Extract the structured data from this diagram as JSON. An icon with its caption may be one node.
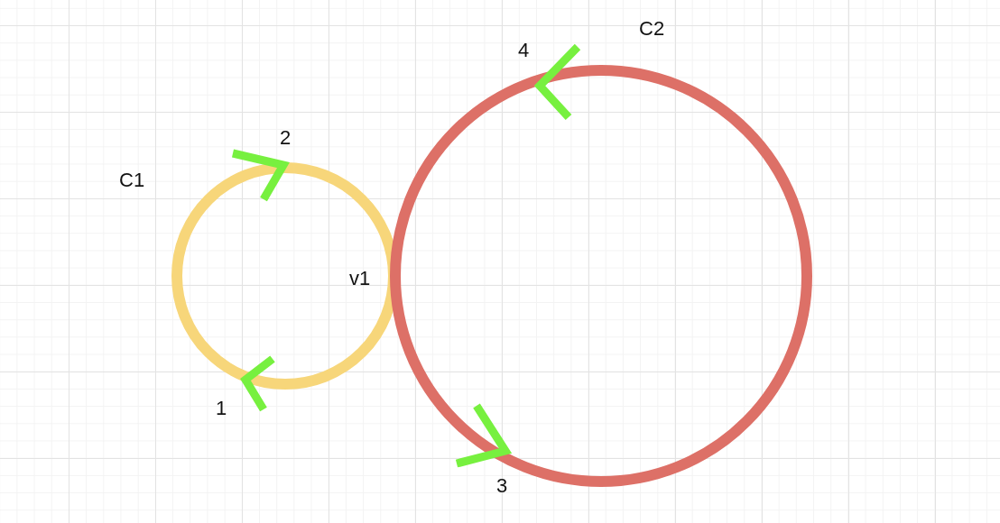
{
  "diagram": {
    "nodes": [
      {
        "text": [
          "C1"
        ]
      },
      {
        "text": [
          "C2"
        ]
      }
    ],
    "labels": [
      "4",
      "2",
      "v1",
      "1",
      "3"
    ]
  }
}
